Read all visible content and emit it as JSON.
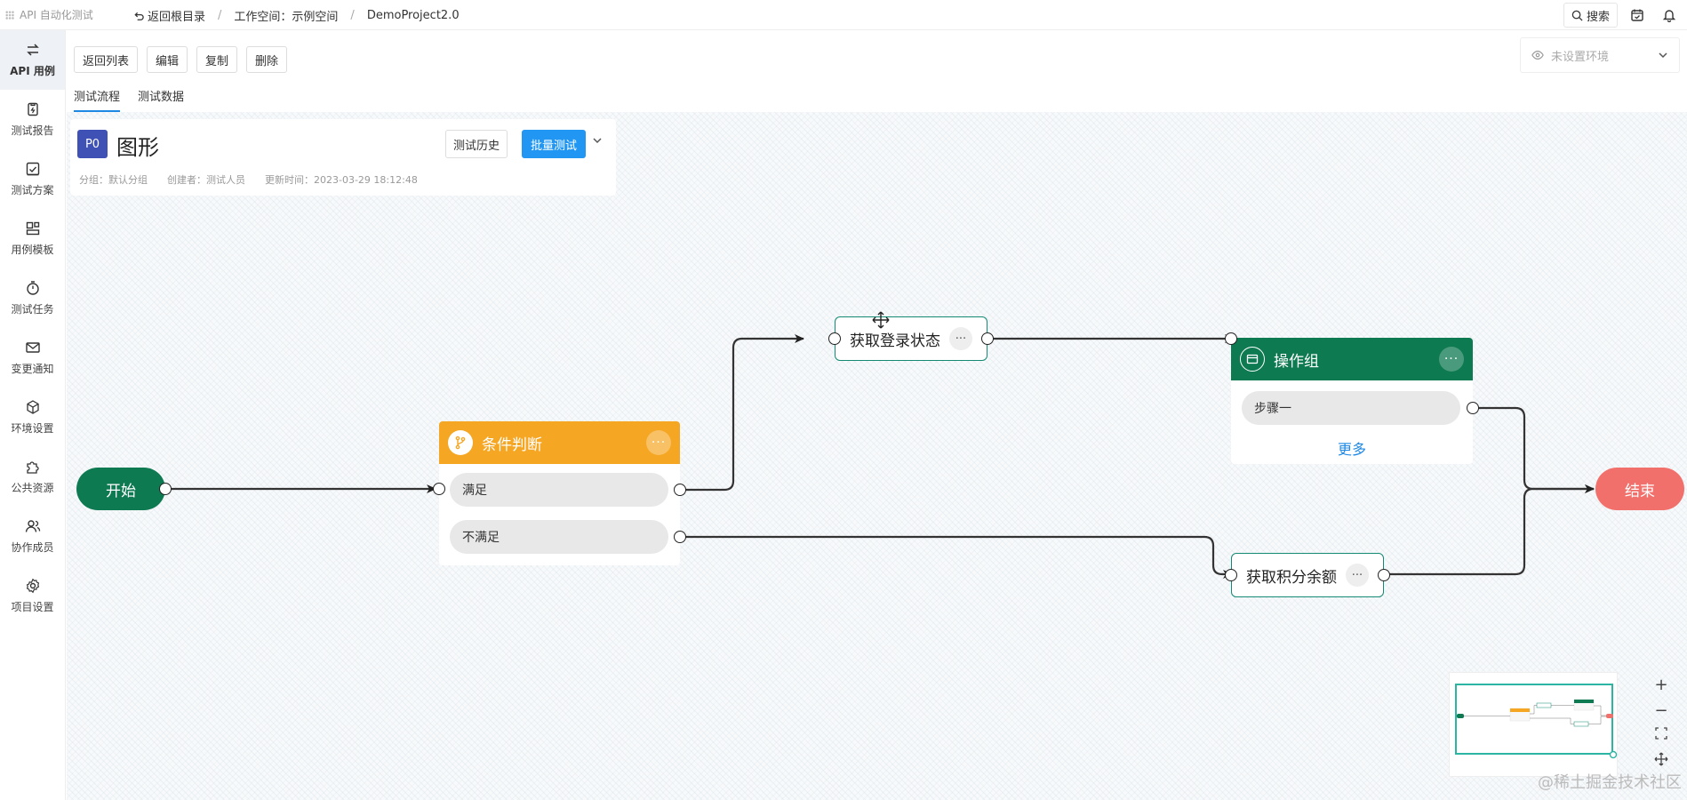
{
  "app": {
    "name": "API 自动化测试"
  },
  "breadcrumb": {
    "back": "返回根目录",
    "workspace": "工作空间：示例空间",
    "project": "DemoProject2.0"
  },
  "topright": {
    "search": "搜索"
  },
  "sidebar": {
    "items": [
      {
        "label": "API 用例",
        "icon": "swap-icon"
      },
      {
        "label": "测试报告",
        "icon": "report-icon"
      },
      {
        "label": "测试方案",
        "icon": "plan-icon"
      },
      {
        "label": "用例模板",
        "icon": "template-icon"
      },
      {
        "label": "测试任务",
        "icon": "timer-icon"
      },
      {
        "label": "变更通知",
        "icon": "mail-icon"
      },
      {
        "label": "环境设置",
        "icon": "cube-icon"
      },
      {
        "label": "公共资源",
        "icon": "puzzle-icon"
      },
      {
        "label": "协作成员",
        "icon": "users-icon"
      },
      {
        "label": "项目设置",
        "icon": "gear-icon"
      }
    ]
  },
  "toolbar": {
    "back_list": "返回列表",
    "edit": "编辑",
    "copy": "复制",
    "delete": "删除"
  },
  "env": {
    "placeholder": "未设置环境"
  },
  "tabs": [
    {
      "label": "测试流程"
    },
    {
      "label": "测试数据"
    }
  ],
  "case": {
    "priority": "P0",
    "title": "图形",
    "history_btn": "测试历史",
    "batch_btn": "批量测试",
    "group": "分组：默认分组",
    "creator": "创建者：测试人员",
    "updated": "更新时间：2023-03-29 18:12:48"
  },
  "flow": {
    "start": "开始",
    "end": "结束",
    "condition": {
      "title": "条件判断",
      "yes": "满足",
      "no": "不满足"
    },
    "task_login": "获取登录状态",
    "task_points": "获取积分余额",
    "group": {
      "title": "操作组",
      "step": "步骤一",
      "more": "更多"
    },
    "more_glyph": "···"
  },
  "zoom": {
    "in": "+",
    "out": "−"
  },
  "watermark": "@稀土掘金技术社区",
  "colors": {
    "start": "#0e7a52",
    "end": "#f2706b",
    "condition": "#f5a623",
    "group": "#0e7a52",
    "task_border": "#148a74",
    "accent": "#2196f3",
    "priority": "#3f51b5"
  }
}
